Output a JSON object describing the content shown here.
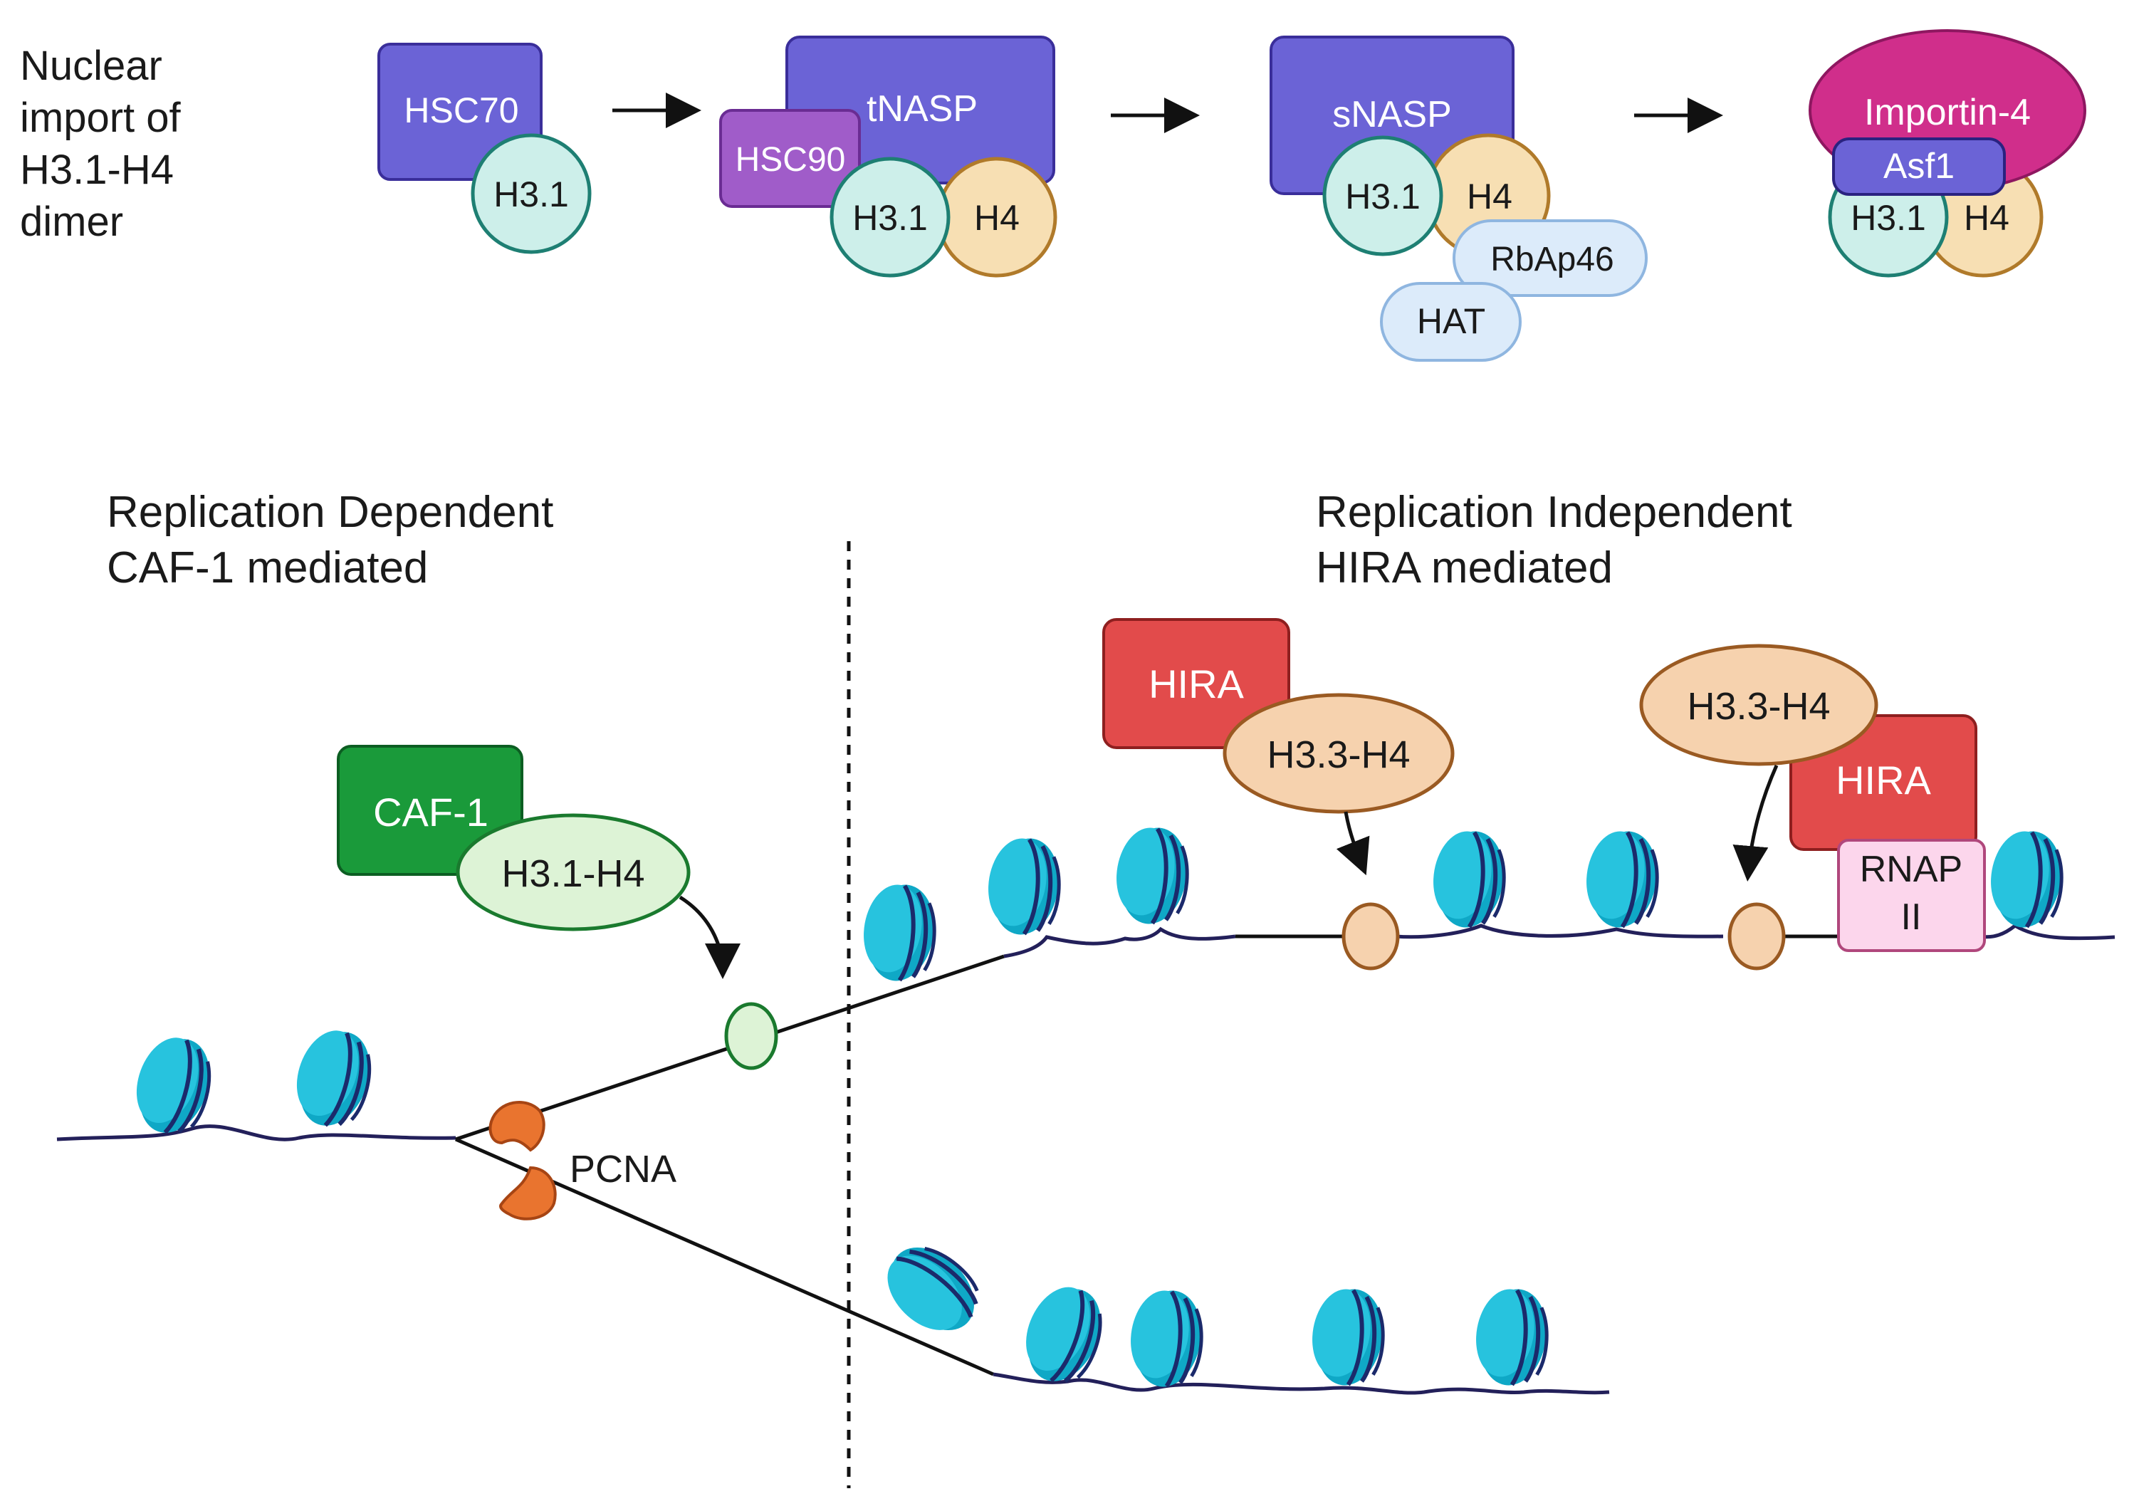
{
  "import_section": {
    "title_lines": [
      "Nuclear",
      "import of",
      "H3.1-H4",
      "dimer"
    ],
    "hsc70": "HSC70",
    "h31_a": "H3.1",
    "tnasp": "tNASP",
    "hsc90": "HSC90",
    "h31_b": "H3.1",
    "h4_b": "H4",
    "snasp": "sNASP",
    "h31_c": "H3.1",
    "h4_c": "H4",
    "rbap46": "RbAp46",
    "hat": "HAT",
    "importin4": "Importin-4",
    "asf1": "Asf1",
    "h31_d": "H3.1",
    "h4_d": "H4"
  },
  "replication_dependent": {
    "title_line1": "Replication Dependent",
    "title_line2": "CAF-1 mediated",
    "caf1": "CAF-1",
    "h31h4": "H3.1-H4",
    "pcna": "PCNA"
  },
  "replication_independent": {
    "title_line1": "Replication Independent",
    "title_line2": "HIRA mediated",
    "hira_a": "HIRA",
    "h33h4_a": "H3.3-H4",
    "hira_b": "HIRA",
    "h33h4_b": "H3.3-H4",
    "rnap_line1": "RNAP",
    "rnap_line2": "II"
  },
  "colors": {
    "purple": "#6B63D6",
    "violet": "#A05CC9",
    "teal_light": "#CDEFEA",
    "teal_stroke": "#1E7F73",
    "tan": "#F7DFB3",
    "tan_stroke": "#B07A2A",
    "magenta": "#D02E8B",
    "light_blue": "#DCEBFA",
    "red": "#E24B4B",
    "green_dark": "#1A9A3A",
    "green_light": "#DDF3D6",
    "peach": "#F6D2AE",
    "pcna_orange": "#E9742F",
    "pink": "#FCD6EC",
    "nucleosome": "#16B8D4",
    "dna": "#23205A"
  }
}
